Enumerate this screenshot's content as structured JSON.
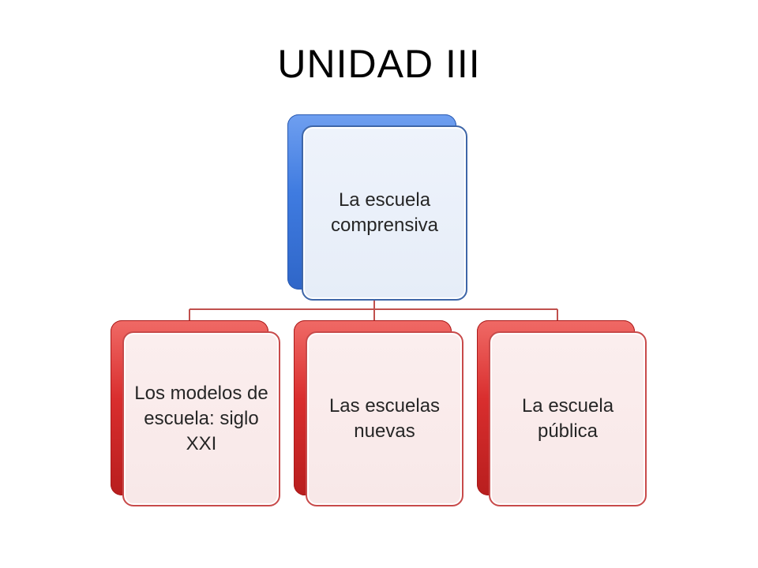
{
  "slide": {
    "title": "UNIDAD III"
  },
  "diagram": {
    "root": {
      "label": "La escuela comprensiva"
    },
    "children": [
      {
        "label": "Los modelos de escuela: siglo XXI"
      },
      {
        "label": "Las escuelas nuevas"
      },
      {
        "label": "La escuela pública"
      }
    ]
  },
  "colors": {
    "root_accent": "#3f7be0",
    "child_accent": "#d92e2e",
    "connector": "#c0504d"
  }
}
